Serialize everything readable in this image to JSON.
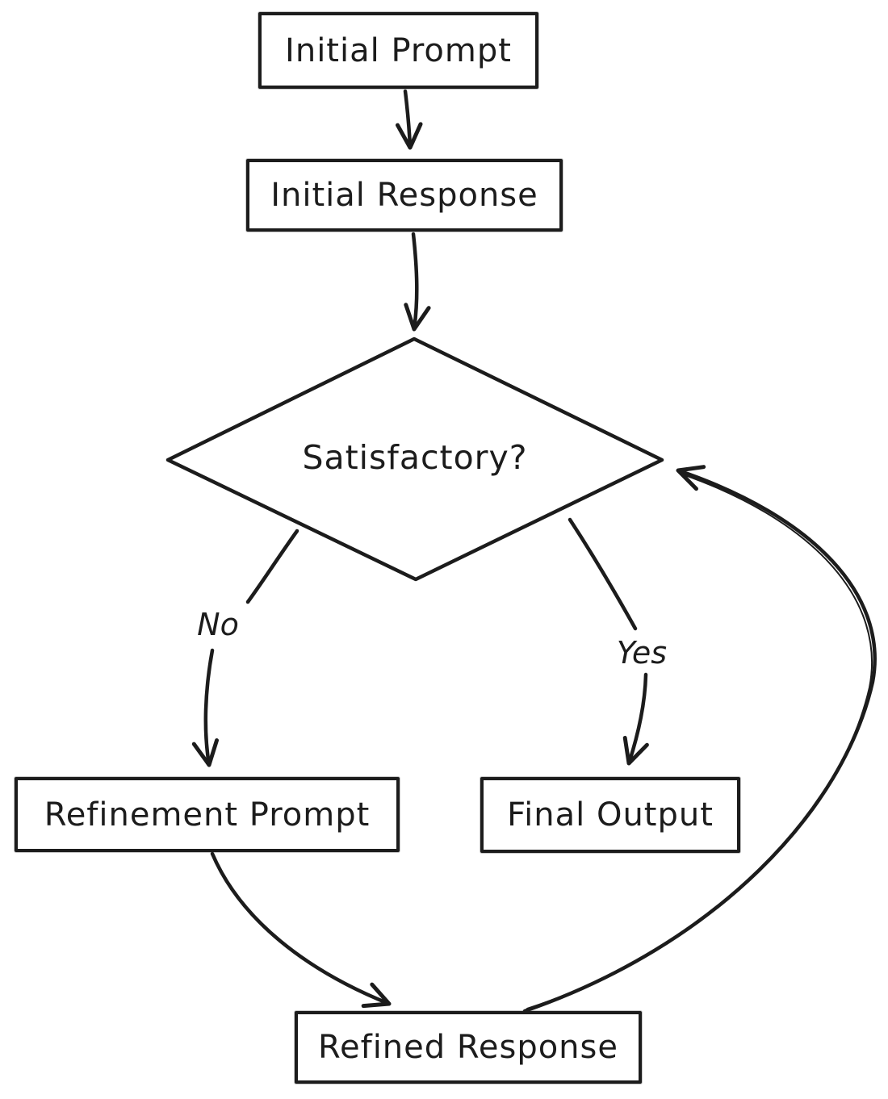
{
  "diagram": {
    "title": "Iterative prompt refinement flowchart",
    "background_color": "#ffffff",
    "stroke_color": "#1c1c1c",
    "nodes": [
      {
        "id": "initial-prompt",
        "shape": "rectangle",
        "label": "Initial Prompt"
      },
      {
        "id": "initial-response",
        "shape": "rectangle",
        "label": "Initial Response"
      },
      {
        "id": "satisfactory",
        "shape": "diamond",
        "label": "Satisfactory?"
      },
      {
        "id": "refinement-prompt",
        "shape": "rectangle",
        "label": "Refinement Prompt"
      },
      {
        "id": "final-output",
        "shape": "rectangle",
        "label": "Final Output"
      },
      {
        "id": "refined-response",
        "shape": "rectangle",
        "label": "Refined Response"
      }
    ],
    "edges": [
      {
        "from": "initial-prompt",
        "to": "initial-response",
        "label": ""
      },
      {
        "from": "initial-response",
        "to": "satisfactory",
        "label": ""
      },
      {
        "from": "satisfactory",
        "to": "refinement-prompt",
        "label": "No"
      },
      {
        "from": "satisfactory",
        "to": "final-output",
        "label": "Yes"
      },
      {
        "from": "refinement-prompt",
        "to": "refined-response",
        "label": ""
      },
      {
        "from": "refined-response",
        "to": "satisfactory",
        "label": ""
      }
    ]
  }
}
